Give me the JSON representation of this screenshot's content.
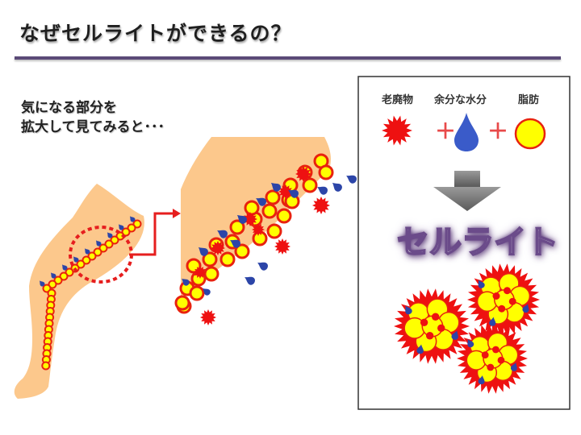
{
  "slide": {
    "title": "なぜセルライトができるの？",
    "caption_line1": "気になる部分を",
    "caption_line2": "拡大して見てみると･･･",
    "legend": {
      "waste": "老廃物",
      "water": "余分な水分",
      "fat": "脂肪",
      "plus1": "＋",
      "plus2": "＋"
    },
    "result_label": "セルライト"
  },
  "colors": {
    "skin": "#fcc88c",
    "fat_fill": "#ffff00",
    "fat_edge": "#e8220f",
    "waste": "#ee1111",
    "water": "#2c45a8",
    "rule": "#5b4a78",
    "arrow_red": "#e61e1e"
  }
}
